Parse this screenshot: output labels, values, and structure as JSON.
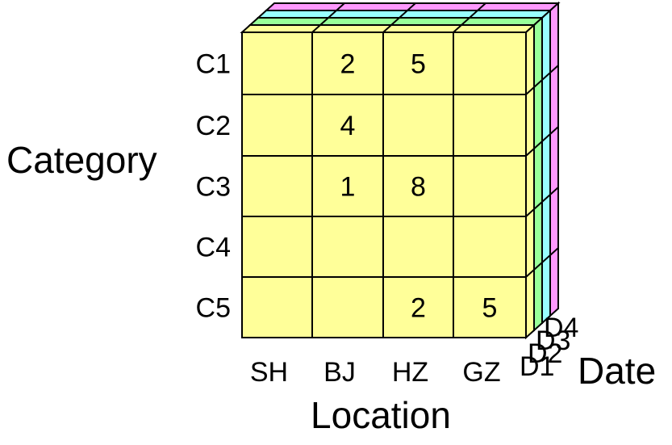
{
  "axes": {
    "category_title": "Category",
    "location_title": "Location",
    "date_title": "Date"
  },
  "rows": [
    "C1",
    "C2",
    "C3",
    "C4",
    "C5"
  ],
  "columns": [
    "SH",
    "BJ",
    "HZ",
    "GZ"
  ],
  "dates": [
    "D1",
    "D2",
    "D3",
    "D4"
  ],
  "front_face_date": "D1",
  "cells": [
    {
      "row": "C1",
      "col": "BJ",
      "value": "2"
    },
    {
      "row": "C1",
      "col": "HZ",
      "value": "5"
    },
    {
      "row": "C2",
      "col": "BJ",
      "value": "4"
    },
    {
      "row": "C3",
      "col": "BJ",
      "value": "1"
    },
    {
      "row": "C3",
      "col": "HZ",
      "value": "8"
    },
    {
      "row": "C5",
      "col": "HZ",
      "value": "2"
    },
    {
      "row": "C5",
      "col": "GZ",
      "value": "5"
    }
  ],
  "colors": {
    "front_face": "#ffff99",
    "slice_D2": "#99ff99",
    "slice_D3": "#99ffff",
    "slice_D4": "#ff99ff",
    "grid": "#000000"
  }
}
